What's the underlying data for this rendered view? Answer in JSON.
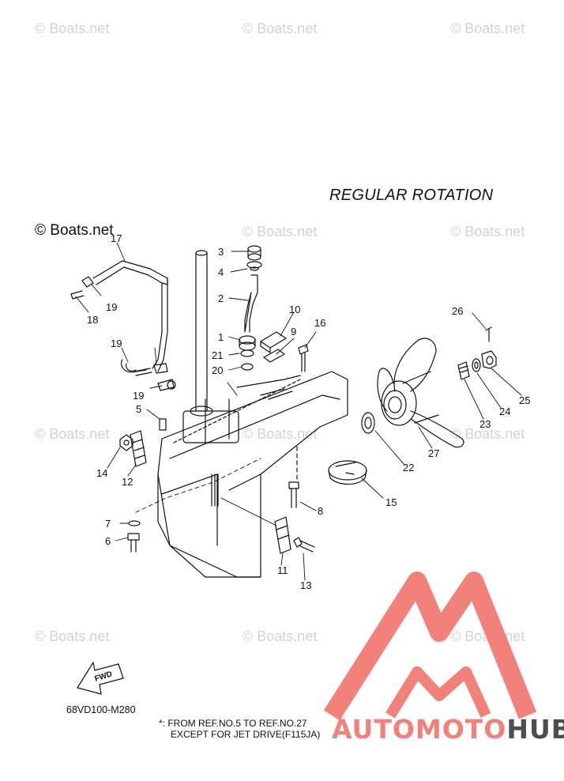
{
  "watermarks": {
    "main": "© Boats.net",
    "faint": "© Boats.net"
  },
  "heading": "REGULAR ROTATION",
  "part_labels": [
    "1",
    "2",
    "3",
    "4",
    "5",
    "6",
    "7",
    "8",
    "9",
    "10",
    "11",
    "12",
    "13",
    "14",
    "15",
    "16",
    "17",
    "18",
    "19",
    "19",
    "19",
    "20",
    "21",
    "22",
    "23",
    "24",
    "25",
    "26",
    "27"
  ],
  "fwd_label": "FWD",
  "diagram_code": "68VD100-M280",
  "footnote": {
    "line1": "*: FROM REF.NO.5 TO REF.NO.27",
    "line2": "EXCEPT FOR JET DRIVE(F115JA)"
  },
  "brand": {
    "part1": "AUTOMOTO",
    "part2": "HUB",
    "logo_color": "#f2817a",
    "text_dark": "#4e4e4e"
  },
  "icons": [
    "fwd-arrow-icon",
    "automotohub-logo-icon"
  ]
}
